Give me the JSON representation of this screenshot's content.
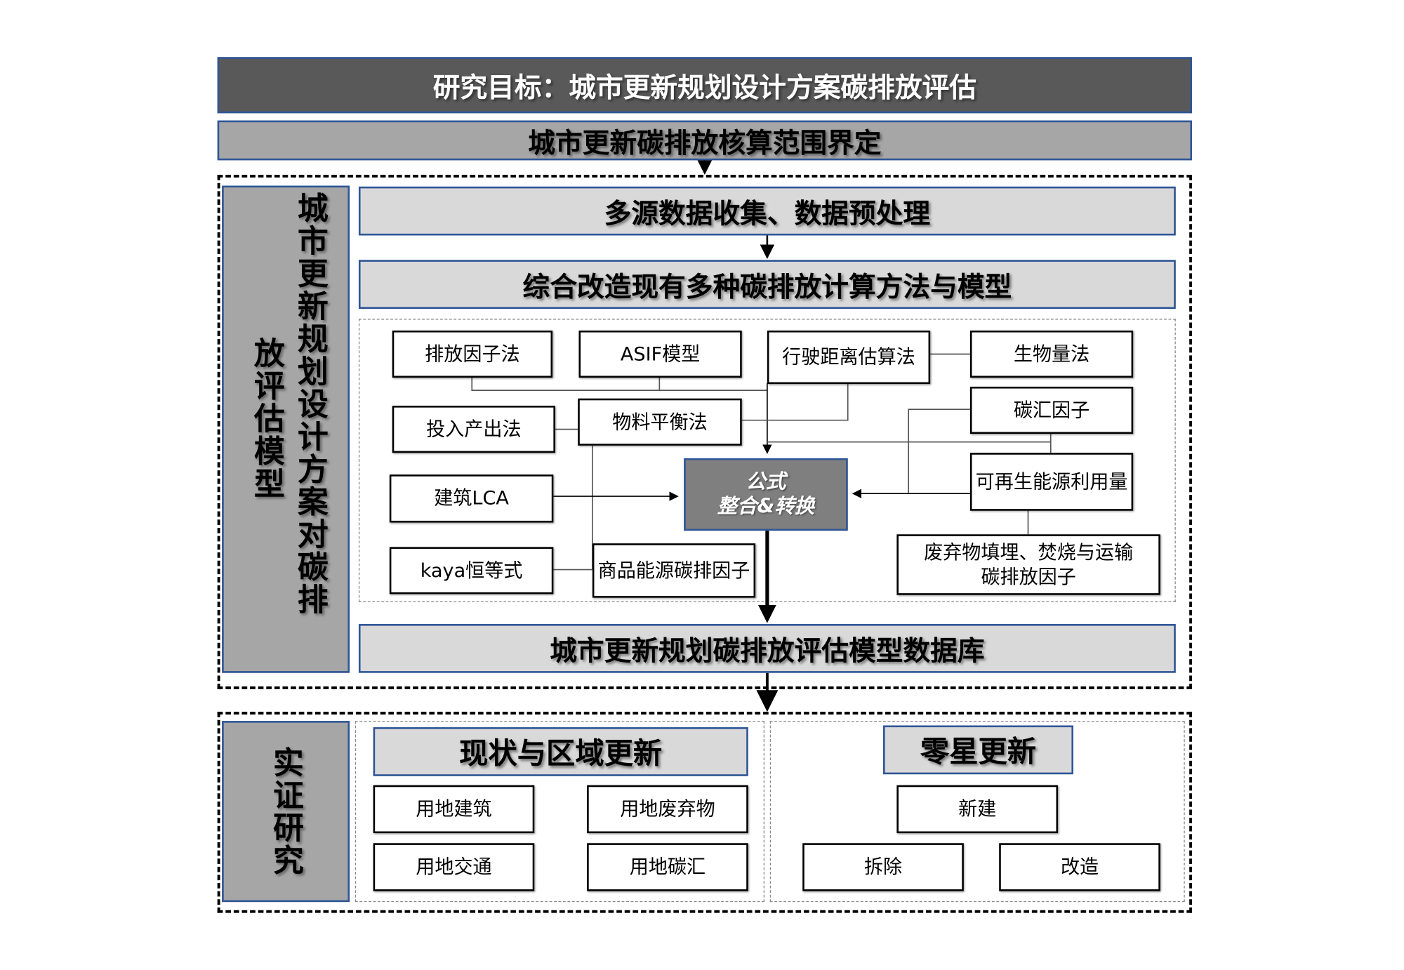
{
  "title": "研究目标：城市更新规划设计方案碳排放评估",
  "scope": "城市更新碳排放核算范围界定",
  "model_section": {
    "side_label_col1": "城市更新规划设计方案对碳排",
    "side_label_col2": "放评估模型",
    "step1": "多源数据收集、数据预处理",
    "step2": "综合改造现有多种碳排放计算方法与模型",
    "methods": {
      "emission_factor": "排放因子法",
      "asif": "ASIF模型",
      "driving_distance": "行驶距离估算法",
      "biomass": "生物量法",
      "input_output": "投入产出法",
      "material_balance": "物料平衡法",
      "carbon_sink": "碳汇因子",
      "building_lca": "建筑LCA",
      "renewable": "可再生能源利用量",
      "kaya": "kaya恒等式",
      "commodity_energy": "商品能源碳排因子",
      "waste": "废弃物填埋、焚烧与运输碳排放因子"
    },
    "formula_line1": "公式",
    "formula_line2": "整合&转换",
    "database": "城市更新规划碳排放评估模型数据库"
  },
  "empirical_section": {
    "side_label": "实证研究",
    "regional": {
      "title": "现状与区域更新",
      "items": [
        "用地建筑",
        "用地废弃物",
        "用地交通",
        "用地碳汇"
      ]
    },
    "sporadic": {
      "title": "零星更新",
      "items": [
        "新建",
        "拆除",
        "改造"
      ]
    }
  }
}
